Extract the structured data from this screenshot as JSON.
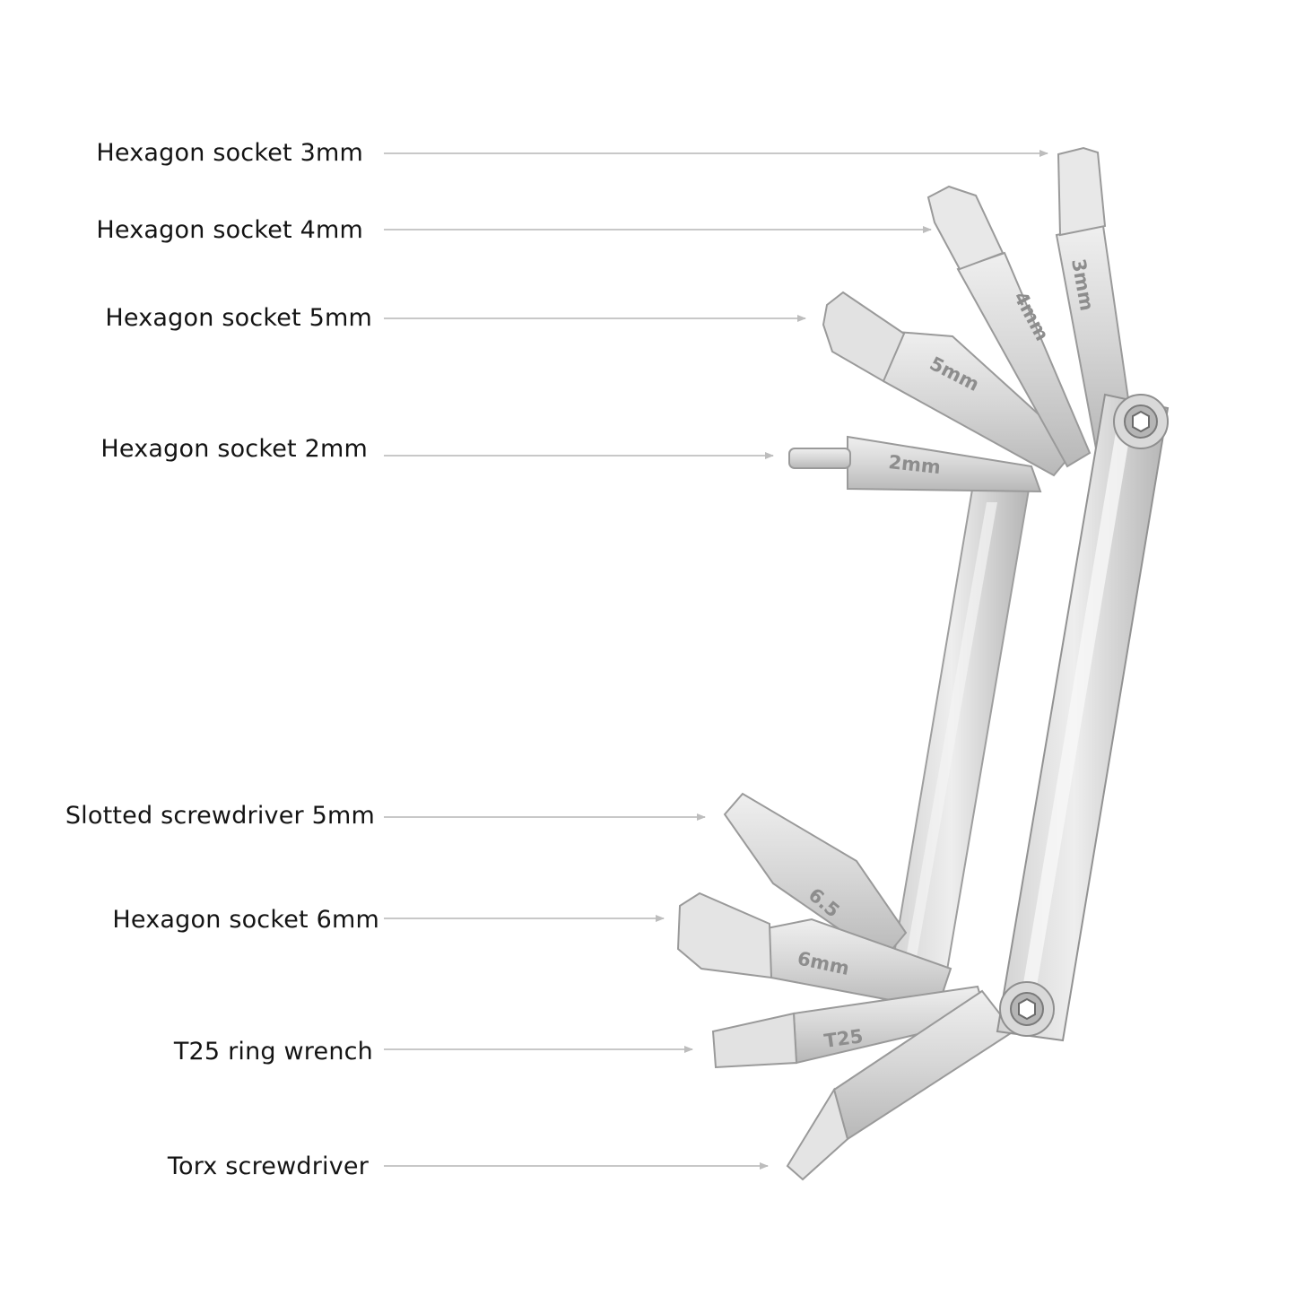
{
  "colors": {
    "background": "#ffffff",
    "label": "#141414",
    "leader_line": "#bdbdbd",
    "metal_light": "#e6e6e6",
    "metal_mid": "#c9c9c9",
    "metal_dark": "#9a9a9a",
    "bit_marking": "#8d8d8d"
  },
  "callouts": [
    {
      "id": "hex-3",
      "label": "Hexagon socket 3mm",
      "marking": "3mm"
    },
    {
      "id": "hex-4",
      "label": "Hexagon socket 4mm",
      "marking": "4mm"
    },
    {
      "id": "hex-5",
      "label": "Hexagon socket 5mm",
      "marking": "5mm"
    },
    {
      "id": "hex-2",
      "label": "Hexagon socket 2mm",
      "marking": "2mm"
    },
    {
      "id": "slot-5",
      "label": "Slotted screwdriver 5mm",
      "marking": "6.5"
    },
    {
      "id": "hex-6",
      "label": "Hexagon socket 6mm",
      "marking": "6mm"
    },
    {
      "id": "t25",
      "label": "T25 ring wrench",
      "marking": "T25"
    },
    {
      "id": "torx",
      "label": "Torx screwdriver",
      "marking": ""
    }
  ],
  "pivot_icons": [
    "hex-bolt-icon",
    "hex-bolt-icon"
  ]
}
